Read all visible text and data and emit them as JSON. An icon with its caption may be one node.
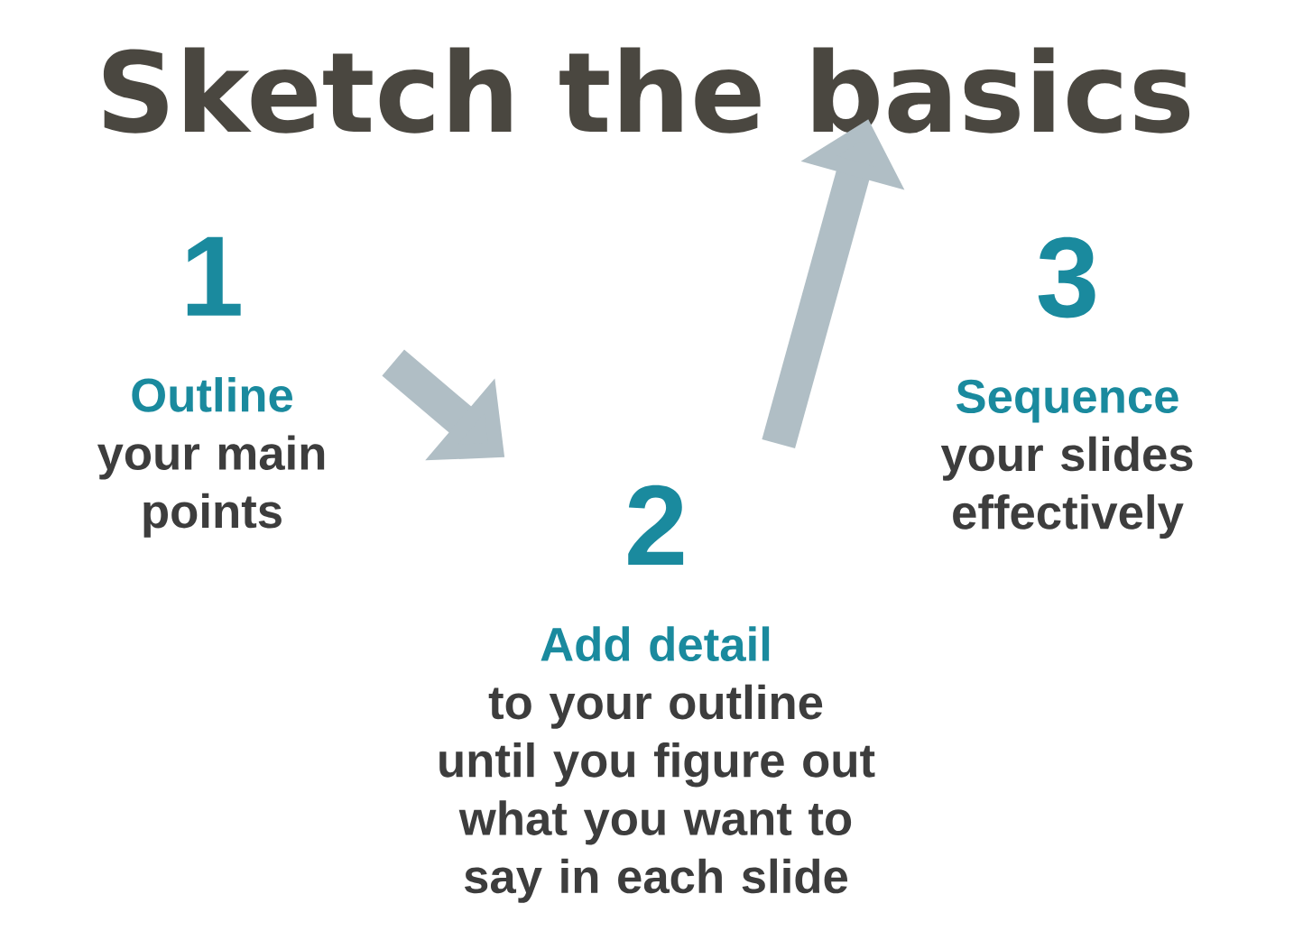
{
  "diagram": {
    "title": "Sketch the basics",
    "nodes": [
      {
        "text": [
          "1",
          "Outline",
          "your main points"
        ]
      },
      {
        "text": [
          "2",
          "Add detail",
          "to your outline until you figure out what you want to say in each slide"
        ]
      },
      {
        "text": [
          "3",
          "Sequence",
          "your slides effectively"
        ]
      }
    ],
    "edges": [
      {
        "from": 0,
        "to": 1,
        "arrow": "to"
      },
      {
        "from": 1,
        "to": 2,
        "arrow": "to"
      }
    ]
  }
}
